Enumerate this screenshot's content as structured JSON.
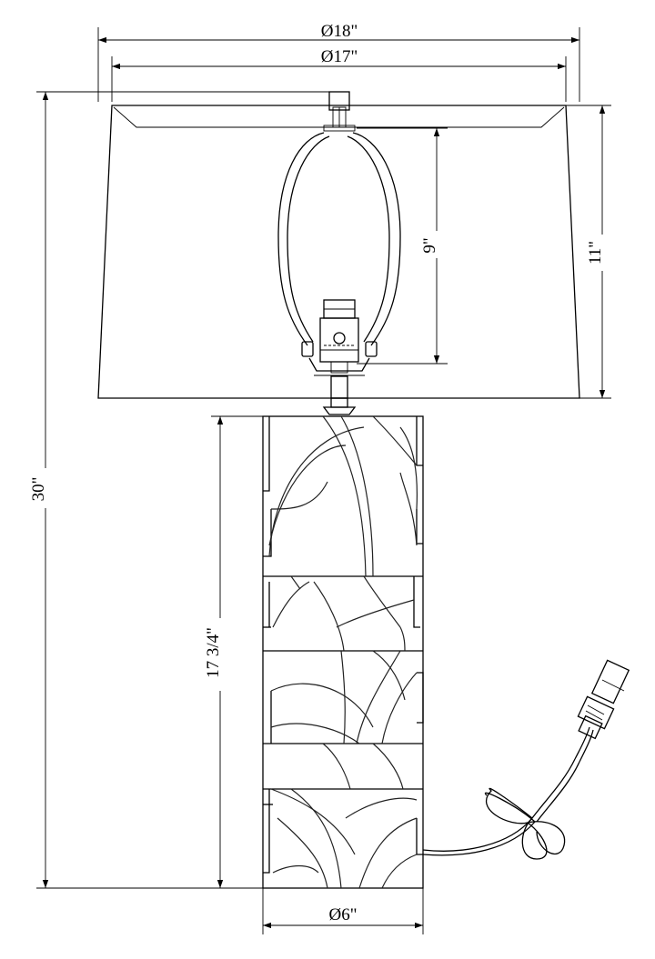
{
  "drawing": {
    "dimensions": {
      "shade_top_outer": "Ø18\"",
      "shade_top_inner": "Ø17\"",
      "overall_height": "30\"",
      "shade_height": "11\"",
      "harp_height": "9\"",
      "base_height": "17 3/4\"",
      "base_width": "Ø6\""
    },
    "colors": {
      "line": "#000000",
      "background": "#ffffff"
    }
  }
}
